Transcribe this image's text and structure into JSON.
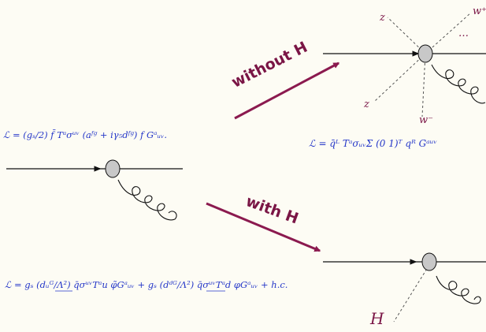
{
  "labels": {
    "without_h": "without H",
    "with_h": "with H"
  },
  "particles": {
    "z_top": "z",
    "z_bottom": "z",
    "w_plus": "w⁺",
    "w_minus": "w⁻",
    "ellipsis": "…",
    "higgs": "H"
  },
  "equations": {
    "chromo_dipole": "ℒ = (gₛ/2) f̄ Tᵃσᵘᵛ (aᶠᵍ + iγ₅dᶠᵍ) f Gᵃᵤᵥ.",
    "without_h_lagrangian": "ℒ = q̄ᴸ TᵃσᵤᵥΣ (0 1)ᵀ qᴿ Gᵃᵘᵛ",
    "with_h_lagrangian": "ℒ = gₛ (dᵤᴳ/Λ²) q̄σᵘᵛTᵃu φ̃Gᵃᵤᵥ + gₛ (dᵈᴳ/Λ²) q̄σᵘᵛTᵃd φGᵃᵤᵥ + h.c."
  },
  "colors": {
    "equation": "#2436c8",
    "annotation": "#7a1545",
    "arrow": "#8b1a4f",
    "vertex_fill": "#c8c8c8",
    "line": "#111111",
    "background": "#fdfcf4"
  }
}
